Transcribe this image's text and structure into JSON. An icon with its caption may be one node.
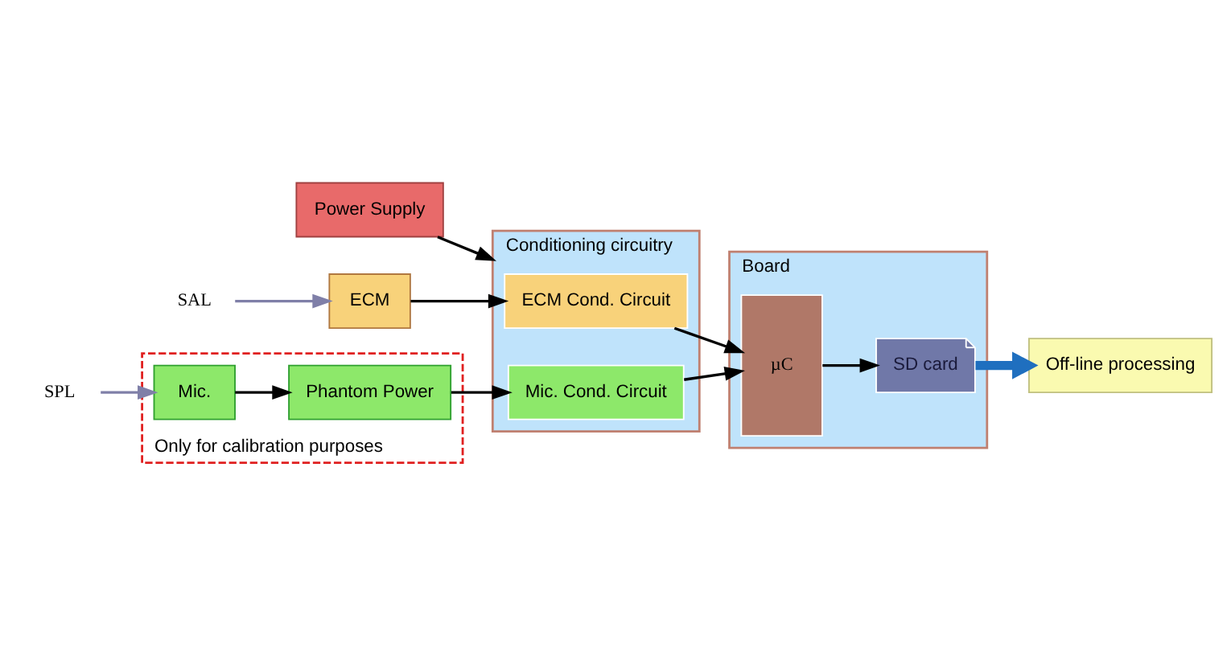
{
  "diagram": {
    "nodes": [
      {
        "text": [
          "Power Supply"
        ]
      },
      {
        "text": [
          "SAL"
        ]
      },
      {
        "text": [
          "SPL"
        ]
      },
      {
        "text": [
          "Conditioning circuitry"
        ]
      },
      {
        "text": [
          "ECM"
        ]
      },
      {
        "text": [
          "ECM Cond. Circuit"
        ],
        "in": 3
      },
      {
        "text": [
          "Only for calibration purposes"
        ]
      },
      {
        "text": [
          "Mic."
        ],
        "in": 6
      },
      {
        "text": [
          "Phantom Power"
        ],
        "in": 6
      },
      {
        "text": [
          "Mic. Cond. Circuit"
        ],
        "in": 3
      },
      {
        "text": [
          "Board"
        ]
      },
      {
        "text": [
          "µC"
        ],
        "in": 10
      },
      {
        "text": [
          "SD card"
        ],
        "in": 10
      },
      {
        "text": [
          "Off-line processing"
        ]
      }
    ],
    "edges": [
      {
        "from": 0,
        "to": 3,
        "arrow": "to"
      },
      {
        "from": 1,
        "to": 4,
        "arrow": "to",
        "color": "#7f7fa8"
      },
      {
        "from": 2,
        "to": 7,
        "arrow": "to",
        "color": "#7f7fa8"
      },
      {
        "from": 4,
        "to": 5,
        "arrow": "to"
      },
      {
        "from": 7,
        "to": 8,
        "arrow": "to"
      },
      {
        "from": 8,
        "to": 9,
        "arrow": "to"
      },
      {
        "from": 5,
        "to": 11,
        "arrow": "to"
      },
      {
        "from": 9,
        "to": 11,
        "arrow": "to"
      },
      {
        "from": 11,
        "to": 12,
        "arrow": "to"
      },
      {
        "from": 12,
        "to": 13,
        "arrow": "to",
        "style": "thick",
        "color": "#1f6fbf"
      }
    ]
  }
}
